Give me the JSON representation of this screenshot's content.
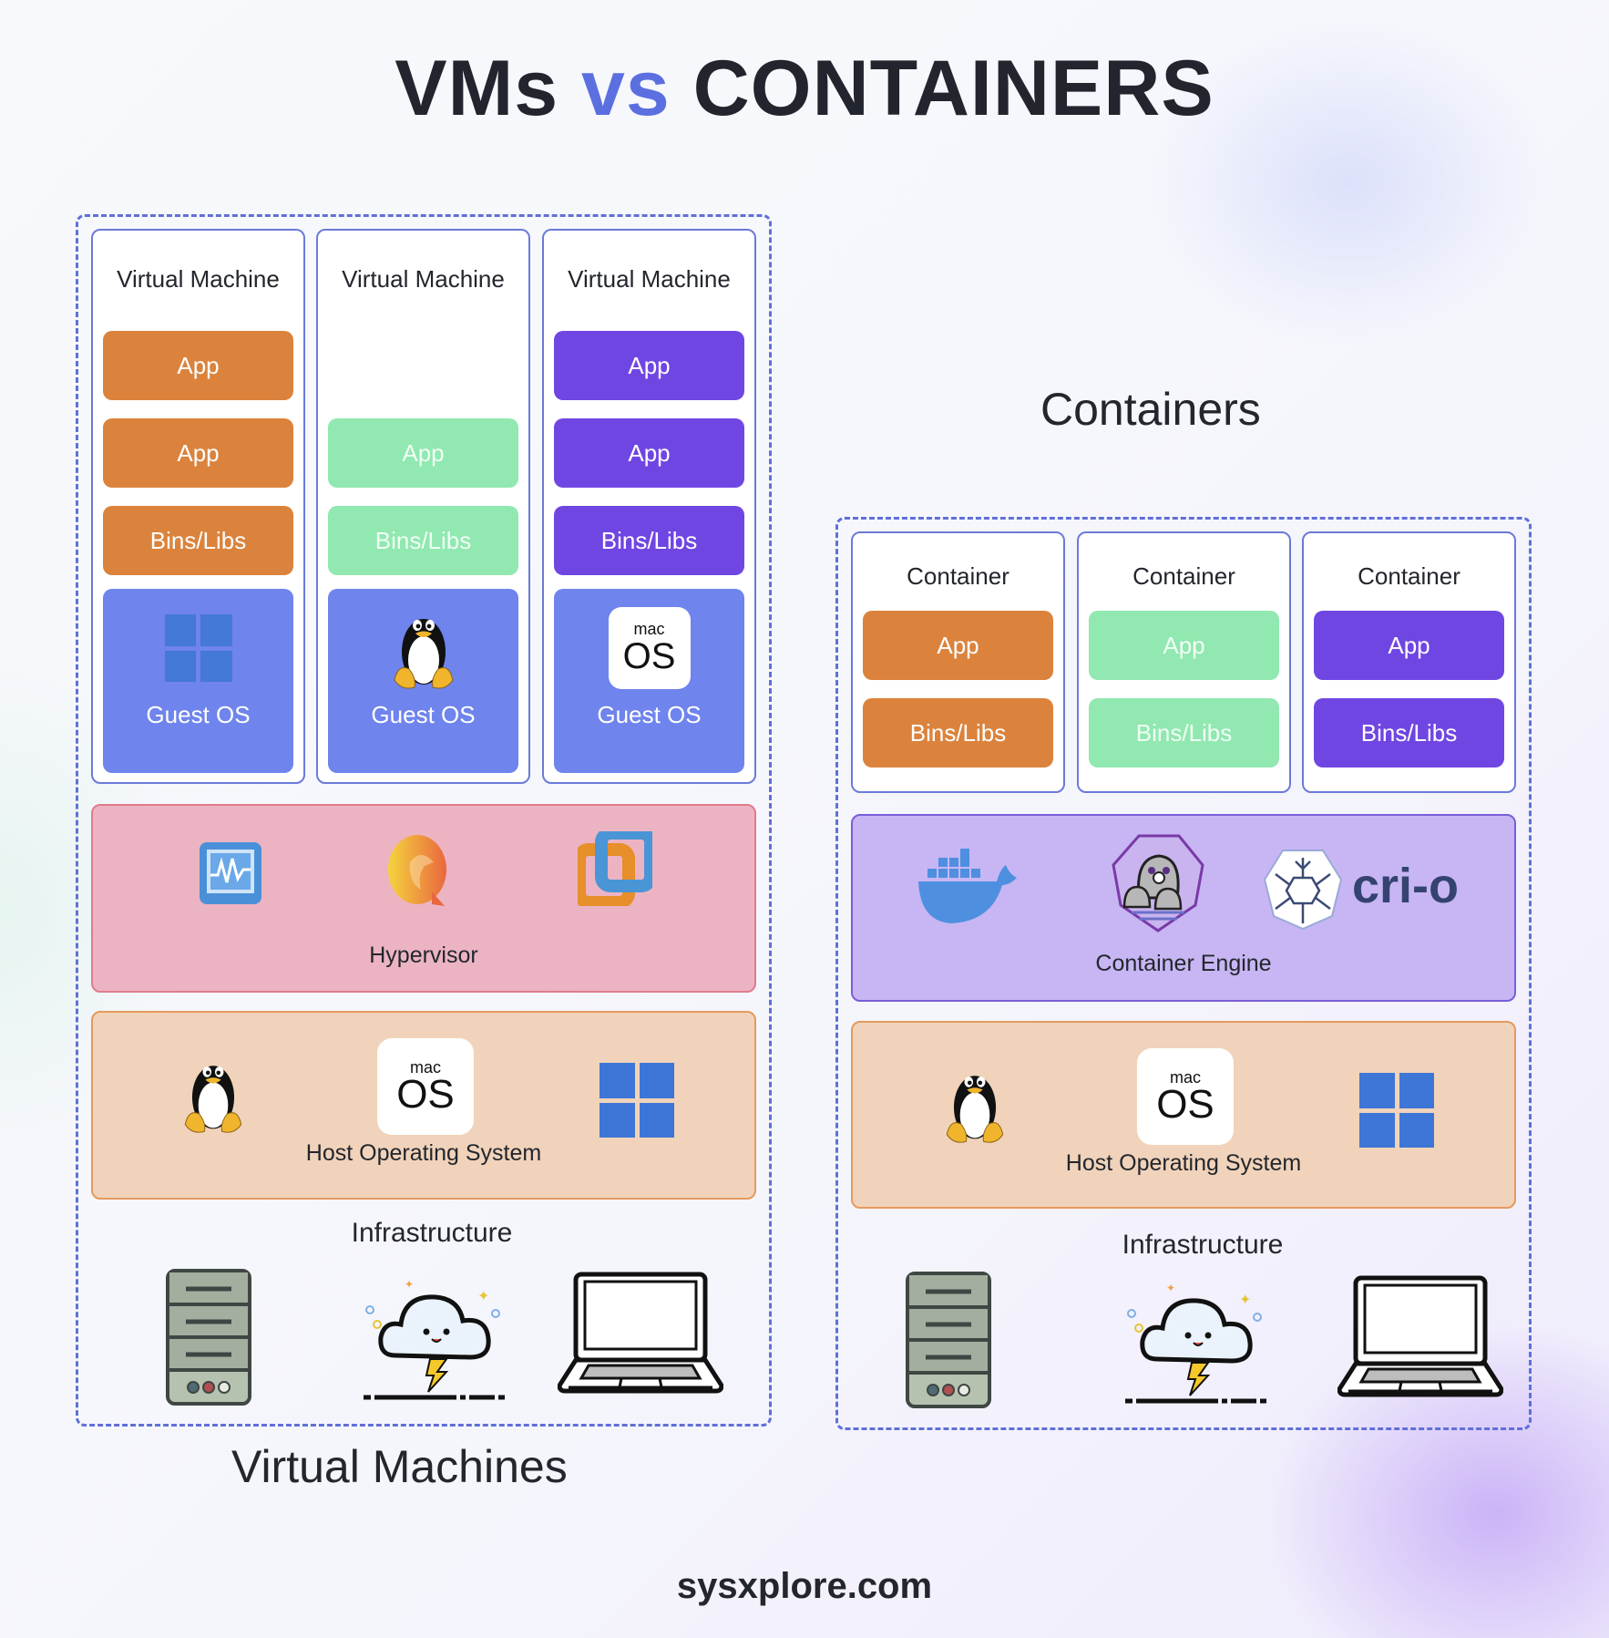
{
  "header": {
    "title_part1": "VMs",
    "title_part2": "vs",
    "title_part3": "CONTAINERS",
    "accent_color": "#5b6fe0"
  },
  "vm_section": {
    "title": "Virtual Machines",
    "machines": [
      {
        "label": "Virtual Machine",
        "blocks": [
          "App",
          "App",
          "Bins/Libs"
        ],
        "color": "#db833c",
        "guest_os": {
          "label": "Guest OS",
          "icon": "windows-icon"
        }
      },
      {
        "label": "Virtual Machine",
        "blocks": [
          "App",
          "Bins/Libs"
        ],
        "color": "#91e8b0",
        "guest_os": {
          "label": "Guest OS",
          "icon": "linux-tux-icon"
        }
      },
      {
        "label": "Virtual Machine",
        "blocks": [
          "App",
          "App",
          "Bins/Libs"
        ],
        "color": "#7046e2",
        "guest_os": {
          "label": "Guest OS",
          "icon": "macos-icon"
        }
      }
    ],
    "hypervisor": {
      "label": "Hypervisor",
      "icons": [
        "virtualbox-monitor-icon",
        "qemu-icon",
        "vmware-icon"
      ]
    },
    "host_os": {
      "label": "Host Operating System",
      "icons": [
        "linux-tux-icon",
        "macos-icon",
        "windows-icon"
      ],
      "macos_text_small": "mac",
      "macos_text_big": "OS"
    },
    "infrastructure": {
      "label": "Infrastructure",
      "icons": [
        "server-tower-icon",
        "cloud-icon",
        "laptop-icon"
      ]
    }
  },
  "container_section": {
    "title": "Containers",
    "containers": [
      {
        "label": "Container",
        "blocks": [
          "App",
          "Bins/Libs"
        ],
        "color": "#db833c"
      },
      {
        "label": "Container",
        "blocks": [
          "App",
          "Bins/Libs"
        ],
        "color": "#91e8b0"
      },
      {
        "label": "Container",
        "blocks": [
          "App",
          "Bins/Libs"
        ],
        "color": "#7046e2"
      }
    ],
    "engine": {
      "label": "Container Engine",
      "icons": [
        "docker-whale-icon",
        "podman-seals-icon",
        "crio-icon"
      ],
      "crio_text": "cri-o"
    },
    "host_os": {
      "label": "Host Operating System",
      "icons": [
        "linux-tux-icon",
        "macos-icon",
        "windows-icon"
      ],
      "macos_text_small": "mac",
      "macos_text_big": "OS"
    },
    "infrastructure": {
      "label": "Infrastructure",
      "icons": [
        "server-tower-icon",
        "cloud-icon",
        "laptop-icon"
      ]
    }
  },
  "footer": {
    "text": "sysxplore.com"
  }
}
